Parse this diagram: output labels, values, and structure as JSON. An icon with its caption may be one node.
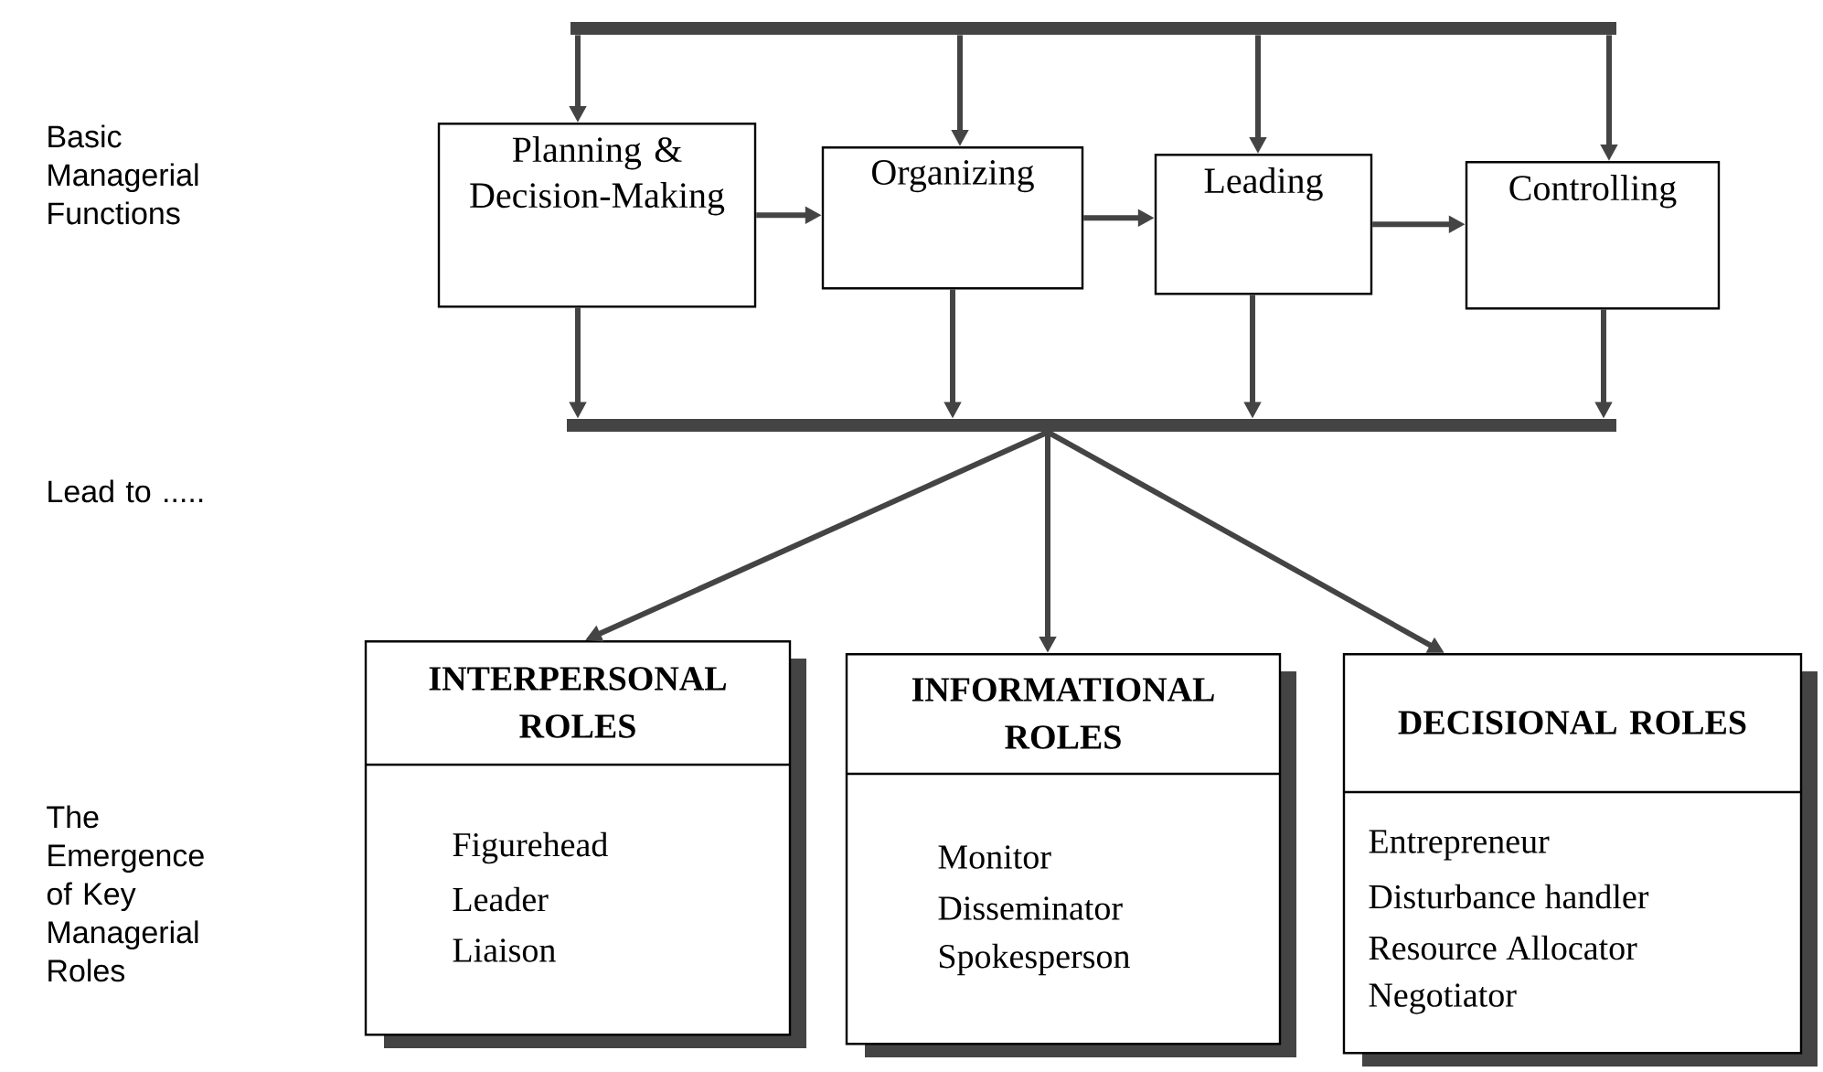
{
  "diagram": {
    "nodes": [
      {
        "text": [],
        "shape": "bar"
      },
      {
        "text": [
          "Planning & Decision-Making"
        ]
      },
      {
        "text": [
          "Organizing"
        ]
      },
      {
        "text": [
          "Leading"
        ]
      },
      {
        "text": [
          "Controlling"
        ]
      },
      {
        "text": [],
        "shape": "bar"
      },
      {
        "text": [
          "INTERPERSONAL ROLES",
          "Figurehead",
          "Leader",
          "Liaison"
        ]
      },
      {
        "text": [
          "INFORMATIONAL ROLES",
          "Monitor",
          "Disseminator",
          "Spokesperson"
        ]
      },
      {
        "text": [
          "DECISIONAL ROLES",
          "Entrepreneur",
          "Disturbance handler",
          "Resource Allocator",
          "Negotiator"
        ]
      }
    ],
    "edges": [
      {
        "from": 0,
        "to": 1,
        "arrow": "to"
      },
      {
        "from": 0,
        "to": 2,
        "arrow": "to"
      },
      {
        "from": 0,
        "to": 3,
        "arrow": "to"
      },
      {
        "from": 0,
        "to": 4,
        "arrow": "to"
      },
      {
        "from": 1,
        "to": 2,
        "arrow": "to"
      },
      {
        "from": 2,
        "to": 3,
        "arrow": "to"
      },
      {
        "from": 3,
        "to": 4,
        "arrow": "to"
      },
      {
        "from": 1,
        "to": 5,
        "arrow": "to"
      },
      {
        "from": 2,
        "to": 5,
        "arrow": "to"
      },
      {
        "from": 3,
        "to": 5,
        "arrow": "to"
      },
      {
        "from": 4,
        "to": 5,
        "arrow": "to"
      },
      {
        "from": 5,
        "to": 6,
        "arrow": "to"
      },
      {
        "from": 5,
        "to": 7,
        "arrow": "to"
      },
      {
        "from": 5,
        "to": 8,
        "arrow": "to"
      }
    ],
    "labels": [
      "Basic Managerial Functions",
      "Lead to .....",
      "The Emergence of Key Managerial Roles"
    ]
  }
}
